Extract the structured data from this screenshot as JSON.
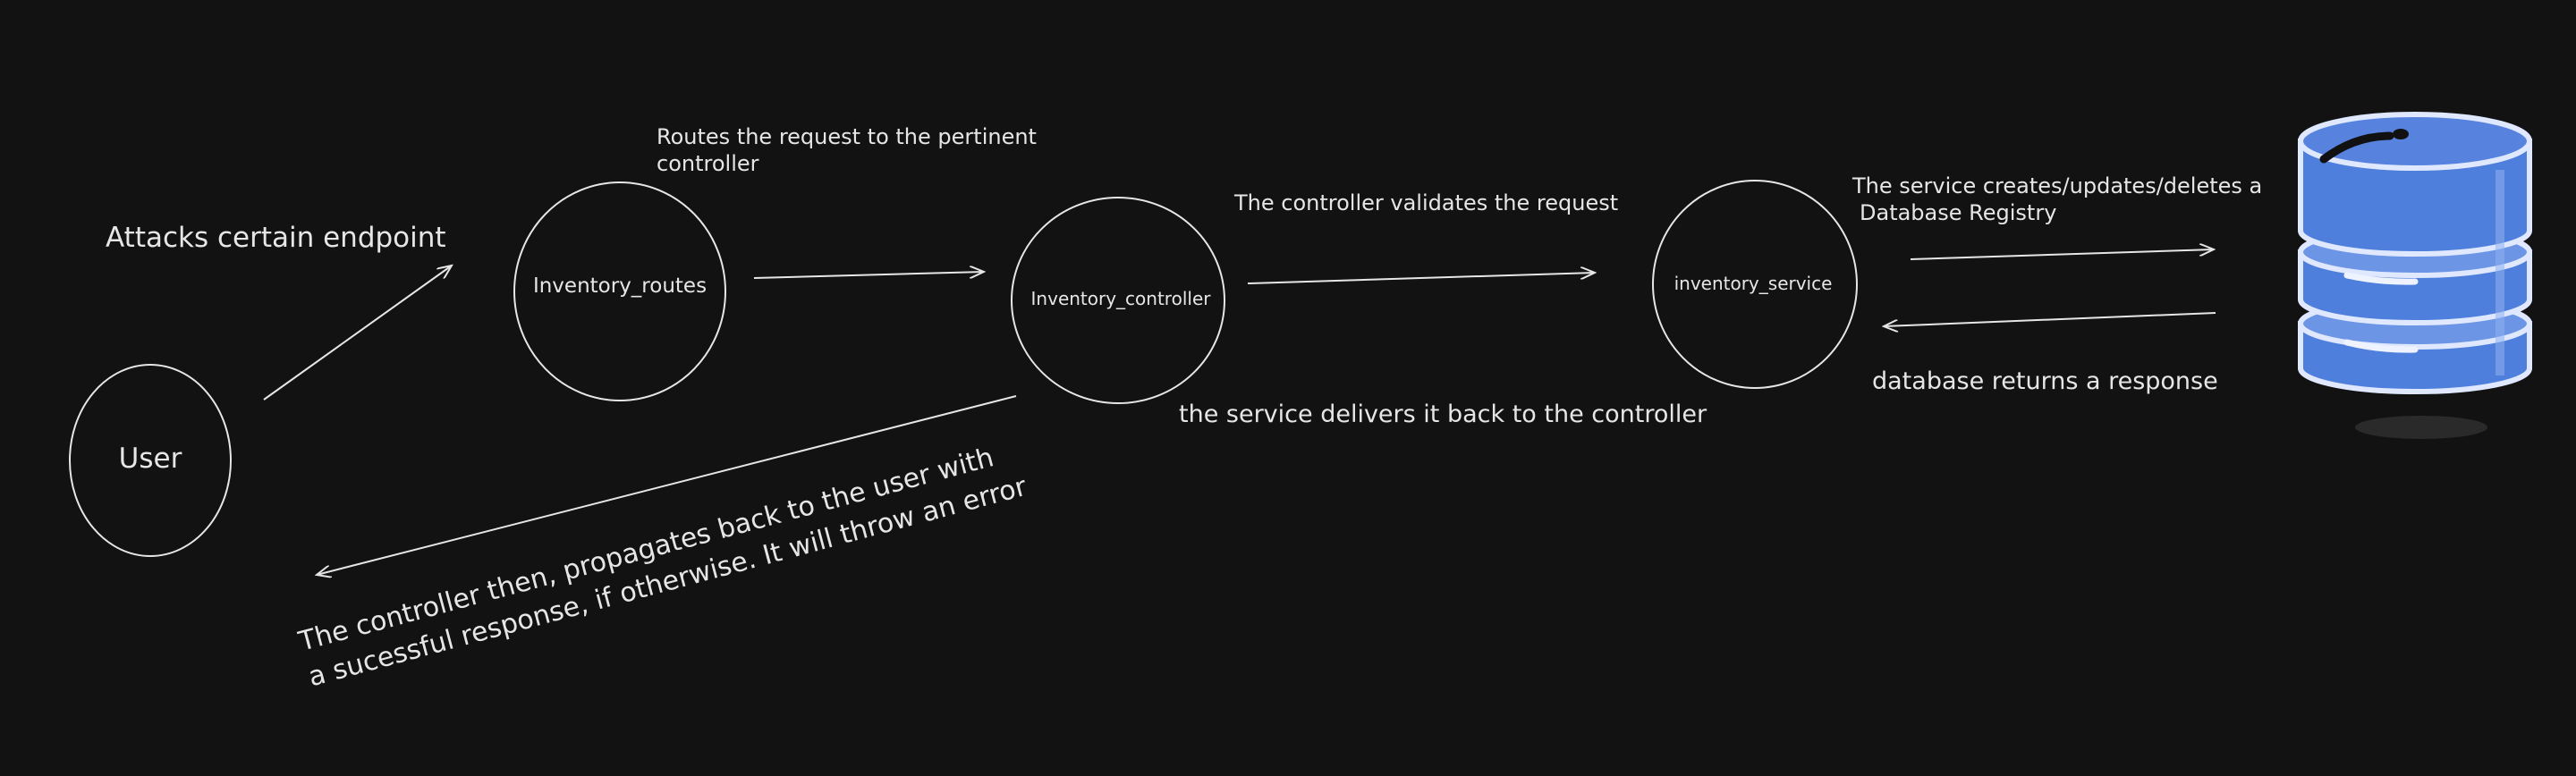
{
  "diagram": {
    "nodes": {
      "user": "User",
      "routes": "Inventory_routes",
      "controller": "Inventory_controller",
      "service": "inventory_service"
    },
    "edges": {
      "attacks": "Attacks certain endpoint",
      "routes_request": [
        "Routes the request to the pertinent",
        "controller"
      ],
      "validates": "The controller validates the request",
      "service_db": [
        "The service creates/updates/deletes a",
        "Database Registry"
      ],
      "db_returns": "database returns a response",
      "delivers_back": "the service delivers it back to the controller",
      "propagates": [
        "The controller then, propagates back to the user with",
        "a sucessful response, if otherwise. It will throw an error"
      ]
    },
    "colors": {
      "background": "#121212",
      "stroke": "#e6e6e6",
      "database": "#4f7fdc"
    },
    "icons": [
      "database-icon"
    ]
  }
}
